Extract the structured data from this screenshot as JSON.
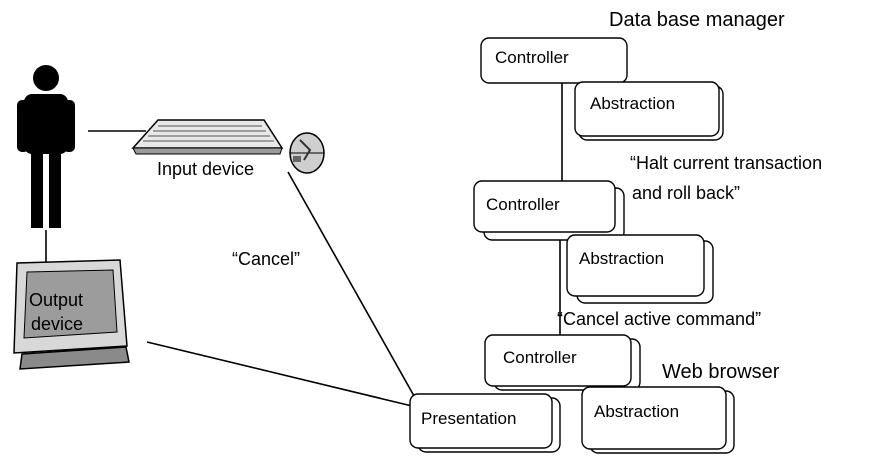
{
  "diagram": {
    "title_dbm": "Data base manager",
    "title_web": "Web browser",
    "input_device_label": "Input device",
    "output_device_label_line1": "Output",
    "output_device_label_line2": "device",
    "cancel_message": "“Cancel”",
    "halt_message_line1": "“Halt current transaction",
    "halt_message_line2": "and roll back”",
    "cancel_active_message": "“Cancel active command”",
    "nodes": {
      "controller_dbm": "Controller",
      "abstraction_dbm": "Abstraction",
      "controller_mid": "Controller",
      "abstraction_mid": "Abstraction",
      "controller_web": "Controller",
      "abstraction_web": "Abstraction",
      "presentation": "Presentation"
    }
  }
}
